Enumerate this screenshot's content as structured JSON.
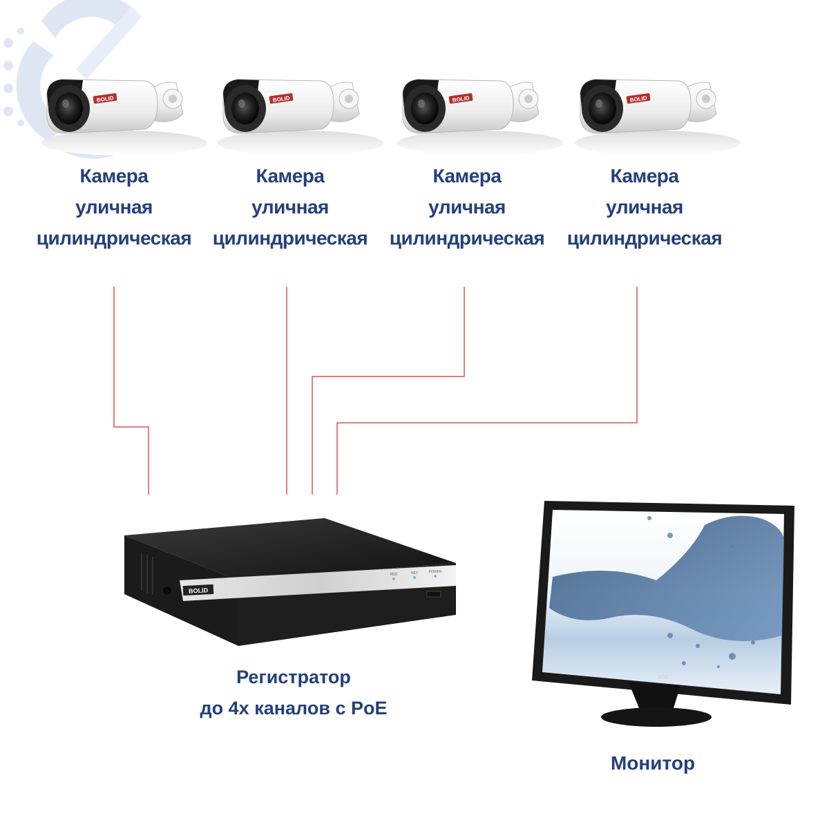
{
  "cameras": [
    {
      "line1": "Камера",
      "line2": "уличная",
      "line3": "цилиндрическая"
    },
    {
      "line1": "Камера",
      "line2": "уличная",
      "line3": "цилиндрическая"
    },
    {
      "line1": "Камера",
      "line2": "уличная",
      "line3": "цилиндрическая"
    },
    {
      "line1": "Камера",
      "line2": "уличная",
      "line3": "цилиндрическая"
    }
  ],
  "nvr": {
    "line1": "Регистратор",
    "line2": "до 4х каналов с PoE",
    "brand": "BOLID",
    "indicators": [
      "HDD",
      "NET",
      "POWER"
    ]
  },
  "monitor": {
    "label": "Монитор",
    "brand": "AOC"
  },
  "camera_brand": "BOLID",
  "colors": {
    "label_text": "#24407a",
    "wire": "#d9534f",
    "logo_deco": "#dfe6f3"
  }
}
